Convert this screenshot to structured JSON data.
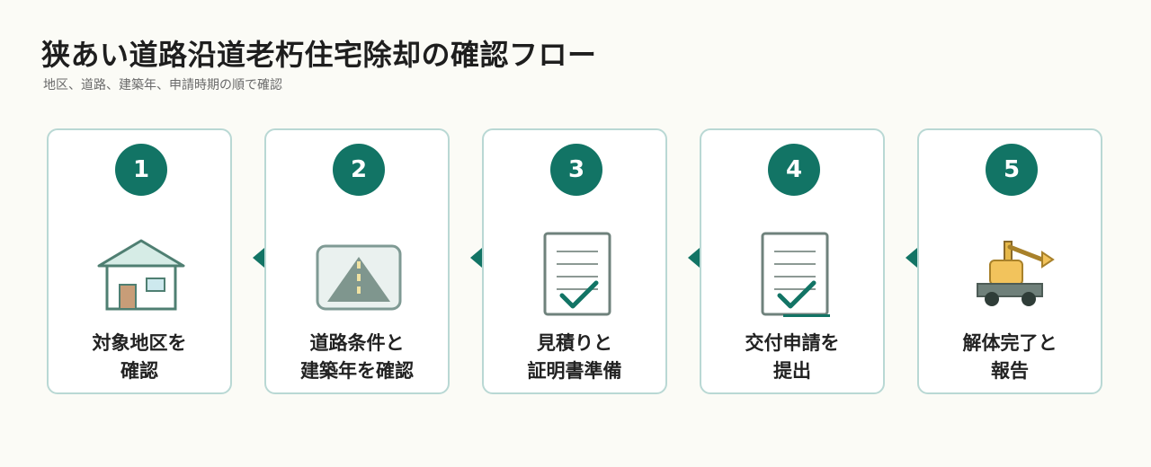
{
  "header": {
    "title": "狭あい道路沿道老朽住宅除却の確認フロー",
    "subtitle": "地区、道路、建築年、申請時期の順で確認"
  },
  "colors": {
    "accent": "#127465",
    "card_border": "#b9d8d4",
    "background": "#fbfbf6"
  },
  "steps": [
    {
      "number": "1",
      "icon": "house-icon",
      "label_line1": "対象地区を",
      "label_line2": "確認"
    },
    {
      "number": "2",
      "icon": "road-icon",
      "label_line1": "道路条件と",
      "label_line2": "建築年を確認"
    },
    {
      "number": "3",
      "icon": "checklist-document-icon",
      "label_line1": "見積りと",
      "label_line2": "証明書準備"
    },
    {
      "number": "4",
      "icon": "application-document-icon",
      "label_line1": "交付申請を",
      "label_line2": "提出"
    },
    {
      "number": "5",
      "icon": "excavator-icon",
      "label_line1": "解体完了と",
      "label_line2": "報告"
    }
  ]
}
